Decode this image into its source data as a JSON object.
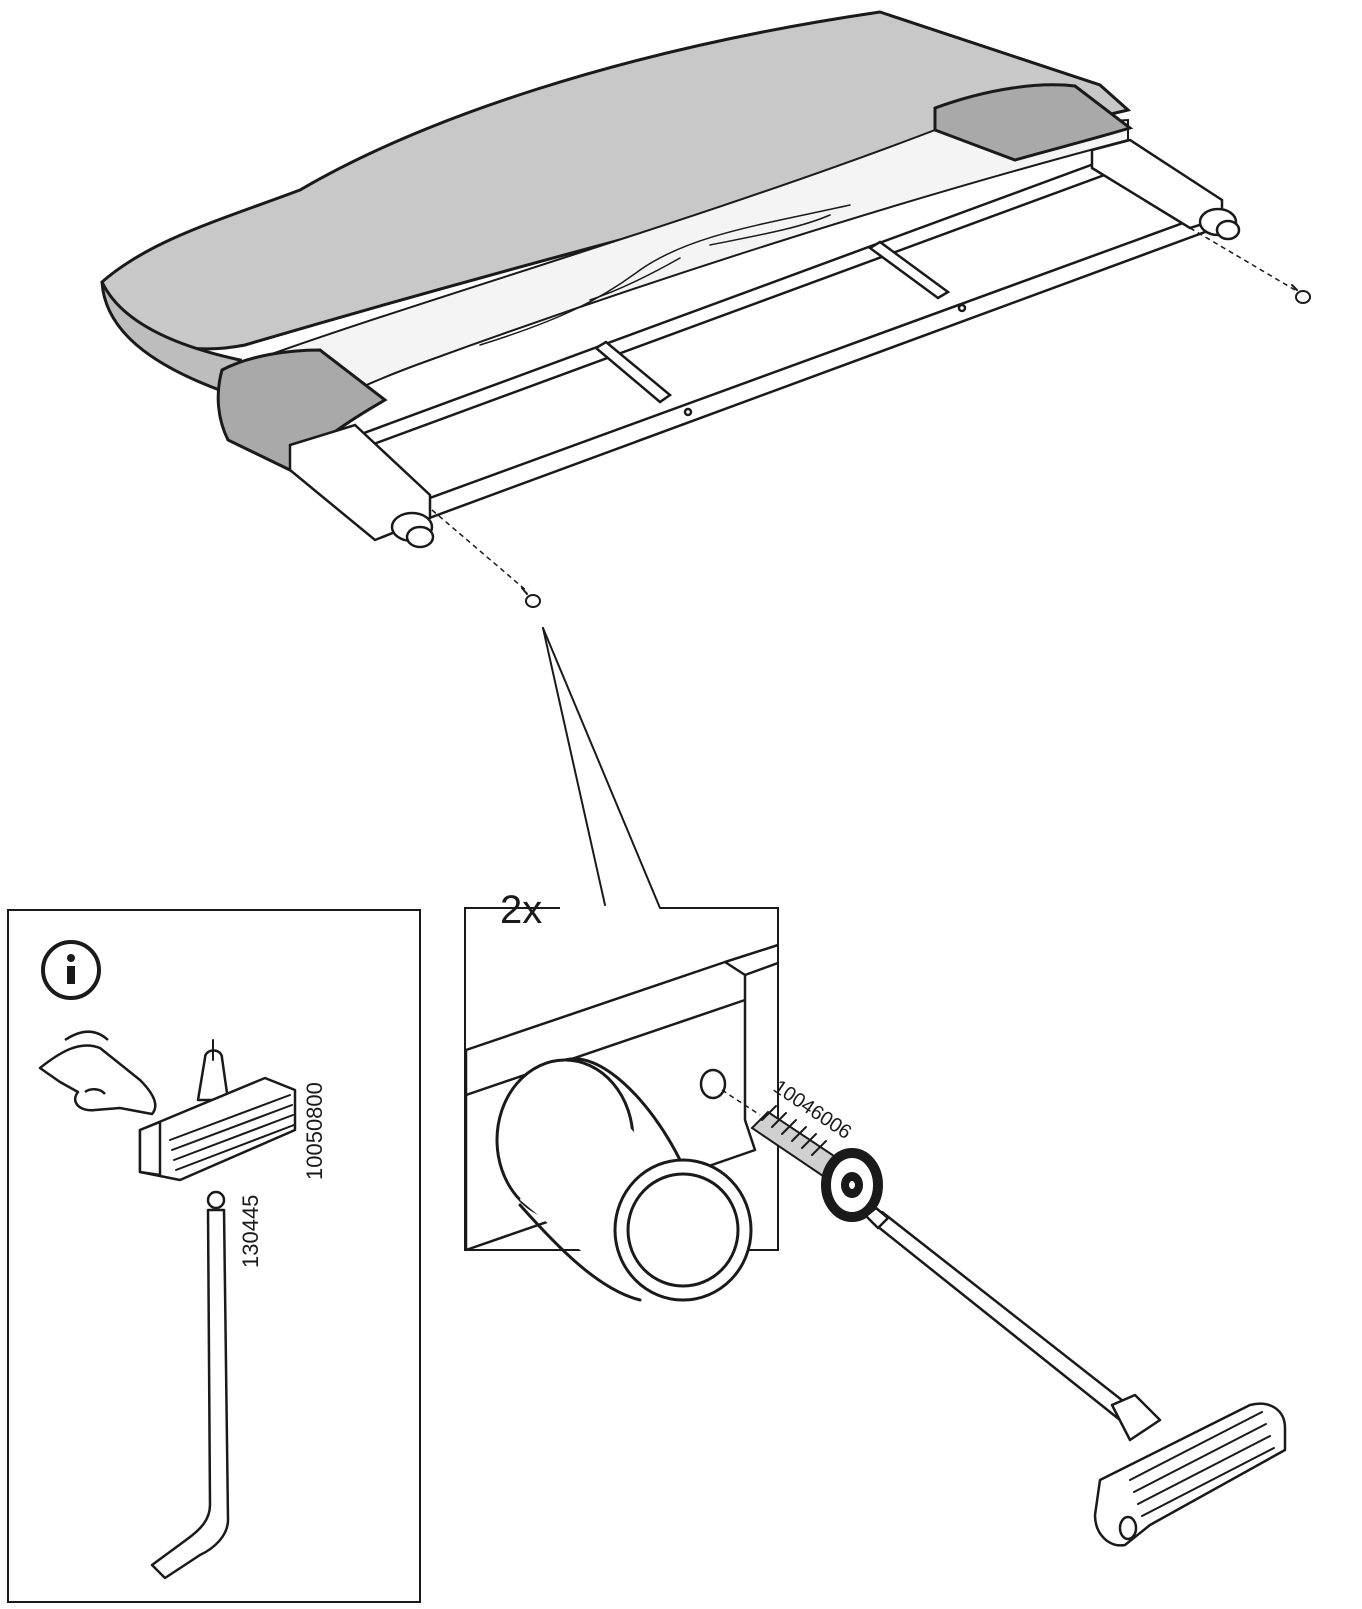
{
  "multiplier": "2x",
  "parts": {
    "screw_id": "10046006",
    "tool_handle_id": "10050800",
    "allen_key_id": "130445"
  },
  "icons": [
    "info-icon",
    "pointing-hand-icon"
  ],
  "colors": {
    "line": "#1a1a1a",
    "cushion": "#c8c8c8",
    "cushion_dark": "#a9a9a9",
    "fabric": "#f4f4f4",
    "background": "#ffffff"
  }
}
